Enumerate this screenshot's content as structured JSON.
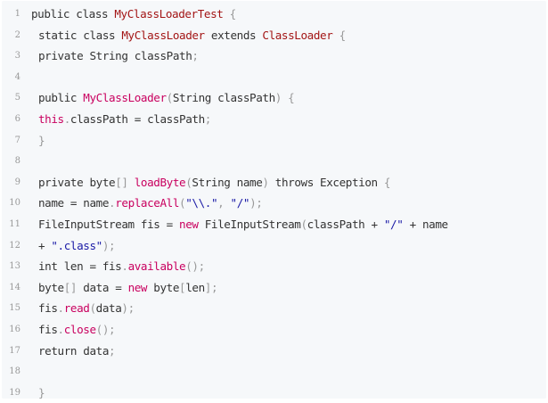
{
  "colors": {
    "background": "#f6f8fa",
    "line_number": "#999999",
    "text": "#333333",
    "keyword": "#0000ff",
    "class_name": "#a31515",
    "punctuation": "#999999",
    "string": "#1a1aa6",
    "method": "#c9005f"
  },
  "lines": [
    {
      "num": "1",
      "indent": 0,
      "tokens": [
        {
          "t": "public class ",
          "k": "plain"
        },
        {
          "t": "MyClassLoaderTest",
          "k": "class"
        },
        {
          "t": " {",
          "k": "punct"
        }
      ]
    },
    {
      "num": "2",
      "indent": 1,
      "tokens": [
        {
          "t": "static class ",
          "k": "plain"
        },
        {
          "t": "MyClassLoader",
          "k": "class"
        },
        {
          "t": " extends ",
          "k": "plain"
        },
        {
          "t": "ClassLoader",
          "k": "class"
        },
        {
          "t": " {",
          "k": "punct"
        }
      ]
    },
    {
      "num": "3",
      "indent": 1,
      "tokens": [
        {
          "t": "private String classPath",
          "k": "plain"
        },
        {
          "t": ";",
          "k": "punct"
        }
      ]
    },
    {
      "num": "4",
      "indent": 0,
      "tokens": []
    },
    {
      "num": "5",
      "indent": 1,
      "tokens": [
        {
          "t": "public ",
          "k": "plain"
        },
        {
          "t": "MyClassLoader",
          "k": "method"
        },
        {
          "t": "(",
          "k": "punct"
        },
        {
          "t": "String classPath",
          "k": "plain"
        },
        {
          "t": ") {",
          "k": "punct"
        }
      ]
    },
    {
      "num": "6",
      "indent": 1,
      "tokens": [
        {
          "t": "this",
          "k": "method"
        },
        {
          "t": ".",
          "k": "punct"
        },
        {
          "t": "classPath = classPath",
          "k": "plain"
        },
        {
          "t": ";",
          "k": "punct"
        }
      ]
    },
    {
      "num": "7",
      "indent": 1,
      "tokens": [
        {
          "t": "}",
          "k": "punct"
        }
      ]
    },
    {
      "num": "8",
      "indent": 0,
      "tokens": []
    },
    {
      "num": "9",
      "indent": 1,
      "tokens": [
        {
          "t": "private byte",
          "k": "plain"
        },
        {
          "t": "[] ",
          "k": "punct"
        },
        {
          "t": "loadByte",
          "k": "method"
        },
        {
          "t": "(",
          "k": "punct"
        },
        {
          "t": "String name",
          "k": "plain"
        },
        {
          "t": ") ",
          "k": "punct"
        },
        {
          "t": "throws Exception",
          "k": "plain"
        },
        {
          "t": " {",
          "k": "punct"
        }
      ]
    },
    {
      "num": "10",
      "indent": 1,
      "tokens": [
        {
          "t": "name = name",
          "k": "plain"
        },
        {
          "t": ".",
          "k": "punct"
        },
        {
          "t": "replaceAll",
          "k": "method"
        },
        {
          "t": "(",
          "k": "punct"
        },
        {
          "t": "\"\\\\.\"",
          "k": "string"
        },
        {
          "t": ", ",
          "k": "punct"
        },
        {
          "t": "\"/\"",
          "k": "string"
        },
        {
          "t": ");",
          "k": "punct"
        }
      ]
    },
    {
      "num": "11",
      "indent": 1,
      "tokens": [
        {
          "t": "FileInputStream fis = ",
          "k": "plain"
        },
        {
          "t": "new ",
          "k": "method"
        },
        {
          "t": "FileInputStream",
          "k": "plain"
        },
        {
          "t": "(",
          "k": "punct"
        },
        {
          "t": "classPath + ",
          "k": "plain"
        },
        {
          "t": "\"/\"",
          "k": "string"
        },
        {
          "t": " + name",
          "k": "plain"
        }
      ]
    },
    {
      "num": "12",
      "indent": 1,
      "tokens": [
        {
          "t": "+ ",
          "k": "plain"
        },
        {
          "t": "\".class\"",
          "k": "string"
        },
        {
          "t": ");",
          "k": "punct"
        }
      ]
    },
    {
      "num": "13",
      "indent": 1,
      "tokens": [
        {
          "t": "int len = fis",
          "k": "plain"
        },
        {
          "t": ".",
          "k": "punct"
        },
        {
          "t": "available",
          "k": "method"
        },
        {
          "t": "();",
          "k": "punct"
        }
      ]
    },
    {
      "num": "14",
      "indent": 1,
      "tokens": [
        {
          "t": "byte",
          "k": "plain"
        },
        {
          "t": "[] ",
          "k": "punct"
        },
        {
          "t": "data = ",
          "k": "plain"
        },
        {
          "t": "new ",
          "k": "method"
        },
        {
          "t": "byte",
          "k": "plain"
        },
        {
          "t": "[",
          "k": "punct"
        },
        {
          "t": "len",
          "k": "plain"
        },
        {
          "t": "];",
          "k": "punct"
        }
      ]
    },
    {
      "num": "15",
      "indent": 1,
      "tokens": [
        {
          "t": "fis",
          "k": "plain"
        },
        {
          "t": ".",
          "k": "punct"
        },
        {
          "t": "read",
          "k": "method"
        },
        {
          "t": "(",
          "k": "punct"
        },
        {
          "t": "data",
          "k": "plain"
        },
        {
          "t": ");",
          "k": "punct"
        }
      ]
    },
    {
      "num": "16",
      "indent": 1,
      "tokens": [
        {
          "t": "fis",
          "k": "plain"
        },
        {
          "t": ".",
          "k": "punct"
        },
        {
          "t": "close",
          "k": "method"
        },
        {
          "t": "();",
          "k": "punct"
        }
      ]
    },
    {
      "num": "17",
      "indent": 1,
      "tokens": [
        {
          "t": "return data",
          "k": "plain"
        },
        {
          "t": ";",
          "k": "punct"
        }
      ]
    },
    {
      "num": "18",
      "indent": 0,
      "tokens": []
    },
    {
      "num": "19",
      "indent": 1,
      "tokens": [
        {
          "t": "}",
          "k": "punct"
        }
      ]
    }
  ]
}
